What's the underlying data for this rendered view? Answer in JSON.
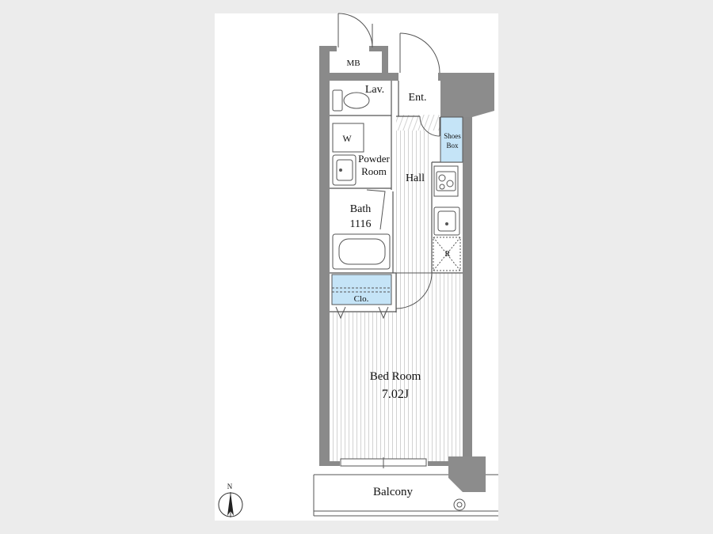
{
  "colors": {
    "page_bg": "#ececec",
    "sheet_bg": "#ffffff",
    "wall": "#8a8a8a",
    "pillar": "#8c8c8c",
    "line": "#555555",
    "floor_stripe": "#d2d2d2",
    "accent_blue": "#c5e4f7"
  },
  "rooms": {
    "mb": "MB",
    "lavatory": "Lav.",
    "entrance": "Ent.",
    "shoes_box_line1": "Shoes",
    "shoes_box_line2": "Box",
    "washer": "W",
    "powder_room_line1": "Powder",
    "powder_room_line2": "Room",
    "hall": "Hall",
    "bath": "Bath",
    "bath_size": "1116",
    "refrigerator": "R",
    "closet": "Clo.",
    "bedroom": "Bed Room",
    "bedroom_size": "7.02J",
    "balcony": "Balcony"
  },
  "compass": {
    "north_label": "N",
    "icon": "north-arrow-icon"
  }
}
